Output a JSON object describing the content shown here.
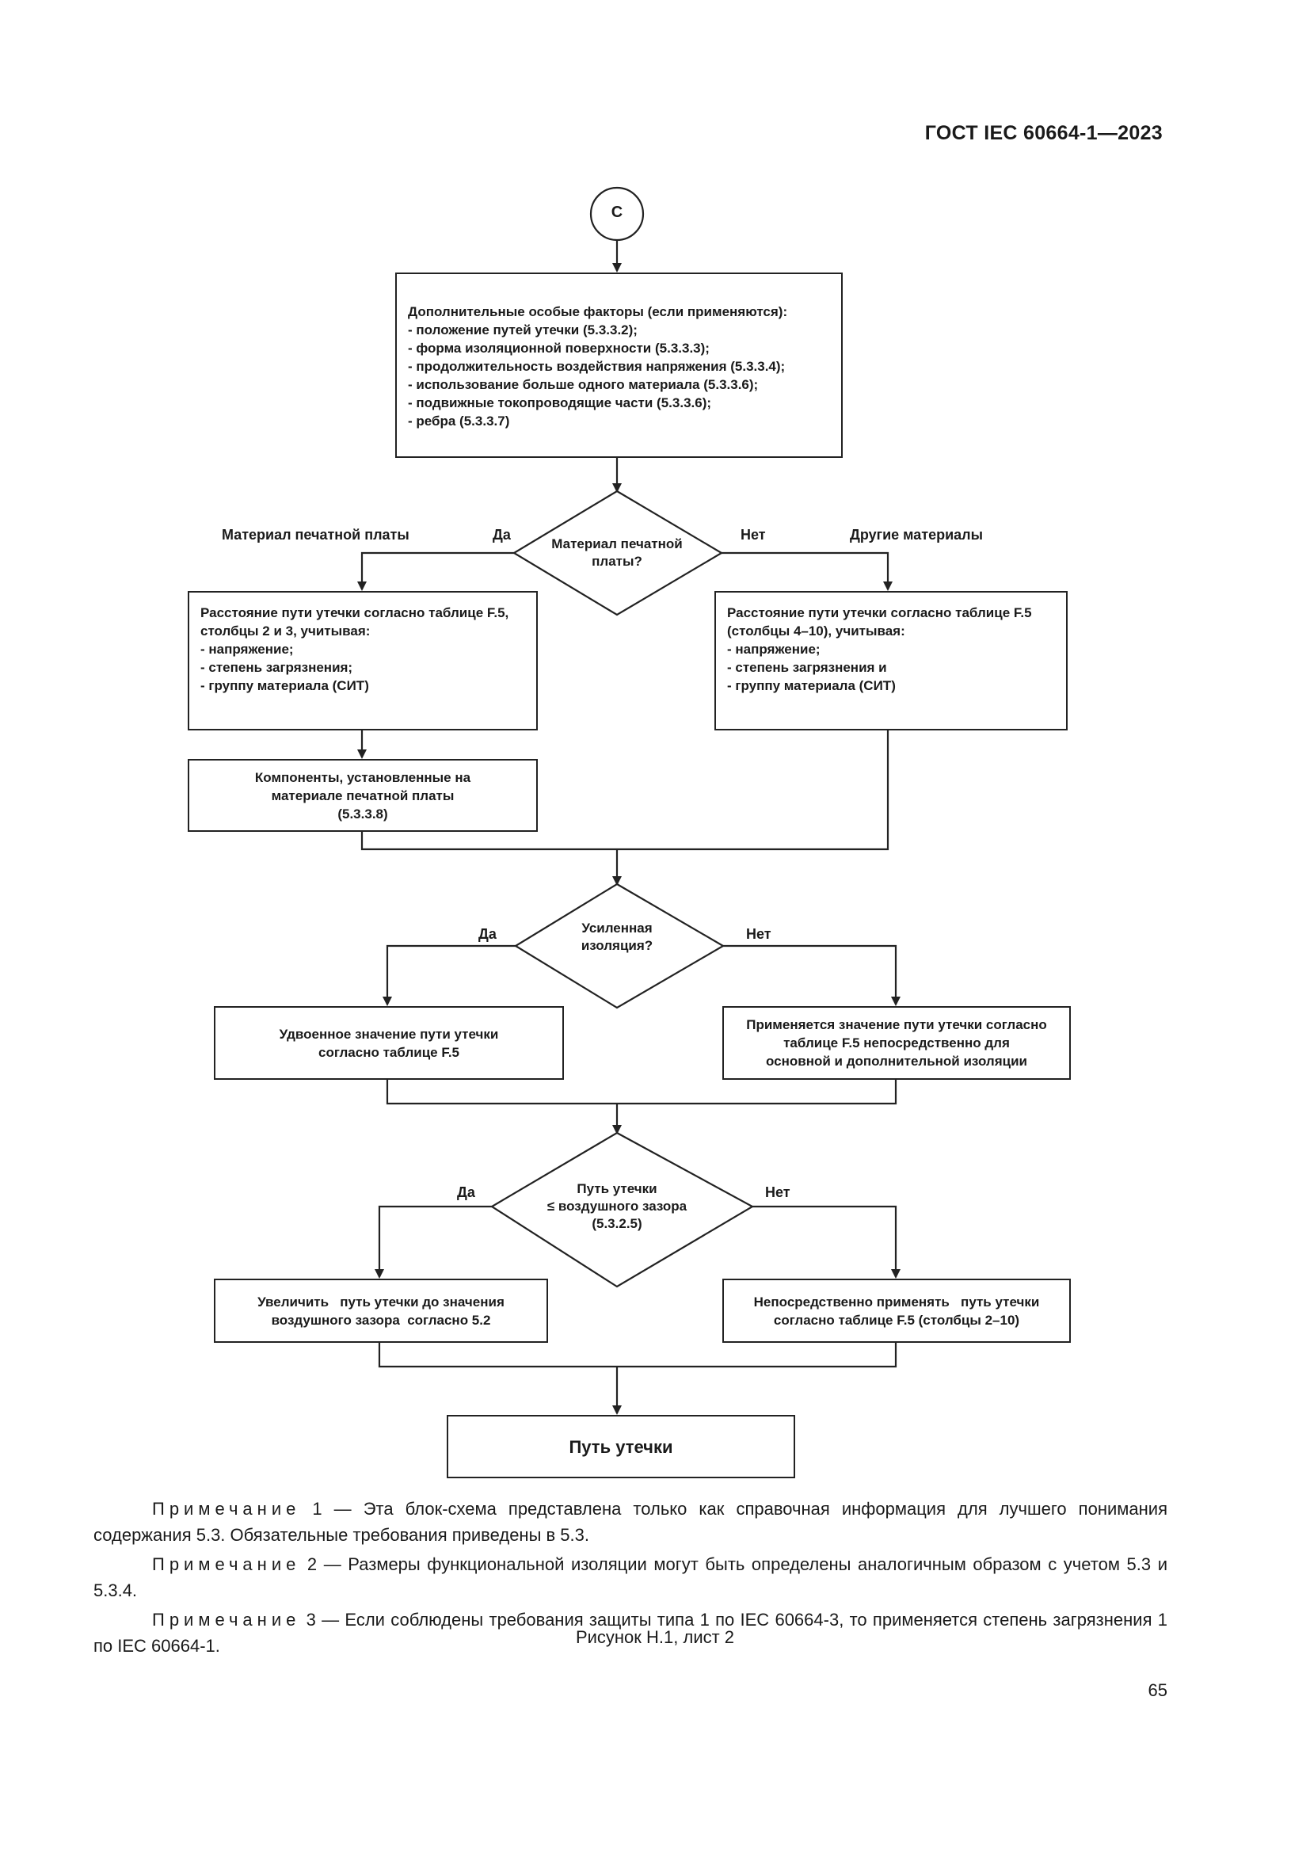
{
  "header": {
    "standard": "ГОСТ IEC 60664-1—2023"
  },
  "connector": {
    "label": "C"
  },
  "factors_box": {
    "lines": [
      "Дополнительные особые факторы (если применяются):",
      "- положение путей утечки (5.3.3.2);",
      "- форма изоляционной поверхности (5.3.3.3);",
      "- продолжительность воздействия напряжения (5.3.3.4);",
      "- использование больше одного материала (5.3.3.6);",
      "- подвижные токопроводящие части (5.3.3.6);",
      "- ребра (5.3.3.7)"
    ]
  },
  "decision1": {
    "lines": [
      "Материал печатной",
      "платы?"
    ],
    "yes": "Да",
    "no": "Нет",
    "left_branch": "Материал печатной платы",
    "right_branch": "Другие материалы"
  },
  "pcb_box": {
    "lines": [
      "Расстояние пути утечки согласно таблице F.5,",
      "столбцы 2 и 3, учитывая:",
      "- напряжение;",
      "- степень загрязнения;",
      "- группу материала (СИТ)"
    ]
  },
  "other_box": {
    "lines": [
      "Расстояние пути утечки согласно таблице F.5",
      "(столбцы 4–10), учитывая:",
      "- напряжение;",
      "- степень загрязнения и",
      "- группу материала (СИТ)"
    ]
  },
  "components_box": {
    "lines": [
      "Компоненты, установленные на",
      "материале печатной платы",
      "(5.3.3.8)"
    ]
  },
  "decision2": {
    "lines": [
      "Усиленная",
      "изоляция?"
    ],
    "yes": "Да",
    "no": "Нет"
  },
  "doubled_box": {
    "lines": [
      "Удвоенное значение пути утечки",
      "согласно таблице F.5"
    ]
  },
  "direct_box": {
    "lines": [
      "Применяется значение пути утечки согласно",
      "таблице F.5 непосредственно для",
      "основной и дополнительной изоляции"
    ]
  },
  "decision3": {
    "lines": [
      "Путь утечки",
      "≤ воздушного зазора",
      "(5.3.2.5)"
    ],
    "yes": "Да",
    "no": "Нет"
  },
  "increase_box": {
    "lines": [
      "Увеличить   путь утечки до значения",
      "воздушного зазора  согласно 5.2"
    ]
  },
  "apply_box": {
    "lines": [
      "Непосредственно применять   путь утечки",
      "согласно таблице F.5 (столбцы 2–10)"
    ]
  },
  "result_box": {
    "label": "Путь утечки"
  },
  "notes": [
    {
      "head": "Примечание",
      "text": "1 — Эта блок-схема представлена только как справочная информация для лучшего понимания содержания 5.3. Обязательные требования приведены в 5.3."
    },
    {
      "head": "Примечание",
      "text": "2 — Размеры функциональной изоляции могут быть определены аналогичным образом с учетом 5.3 и 5.3.4."
    },
    {
      "head": "Примечание",
      "text": "3 — Если соблюдены требования защиты типа 1 по IEC 60664-3, то применяется степень загрязнения 1 по IEC 60664-1."
    }
  ],
  "caption": "Рисунок Н.1, лист 2",
  "page_number": "65"
}
